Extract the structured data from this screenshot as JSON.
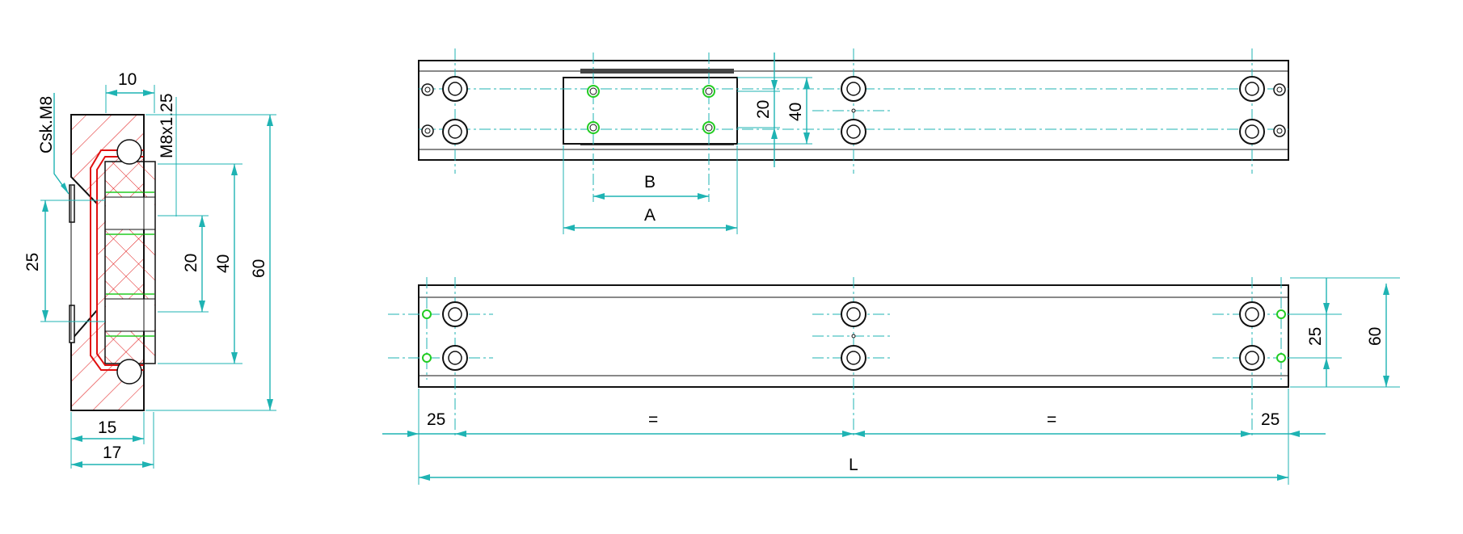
{
  "colors": {
    "dimension": "#1fb3b3",
    "outline": "#111111",
    "hatch": "#e01010",
    "thread": "#22cc22"
  },
  "section_view": {
    "dim_width_top": "10",
    "thread": "M8x1.25",
    "countersink": "Csk.M8",
    "dim_hole_pitch": "25",
    "dim_inner_20": "20",
    "dim_inner_40": "40",
    "dim_height": "60",
    "dim_width_15": "15",
    "dim_width_17": "17"
  },
  "top_view": {
    "dim_slider_20": "20",
    "dim_slider_40": "40",
    "dim_b": "B",
    "dim_a": "A"
  },
  "bottom_view": {
    "dim_end_left": "25",
    "dim_equal_left": "=",
    "dim_equal_right": "=",
    "dim_end_right": "25",
    "dim_length": "L",
    "dim_pitch": "25",
    "dim_height": "60"
  }
}
